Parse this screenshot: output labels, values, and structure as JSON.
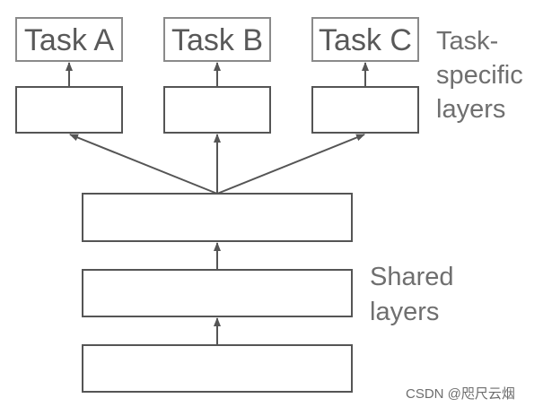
{
  "tasks": [
    {
      "label": "Task A"
    },
    {
      "label": "Task B"
    },
    {
      "label": "Task C"
    }
  ],
  "task_specific_label": [
    "Task-",
    "specific",
    "layers"
  ],
  "shared_label": [
    "Shared",
    "layers"
  ],
  "watermark": "CSDN @咫尺云烟",
  "colors": {
    "box_border": "#555555",
    "label_box_border": "#8a8a8a",
    "arrow": "#555555",
    "text": "#595959",
    "side_text": "#6f6f6f"
  }
}
